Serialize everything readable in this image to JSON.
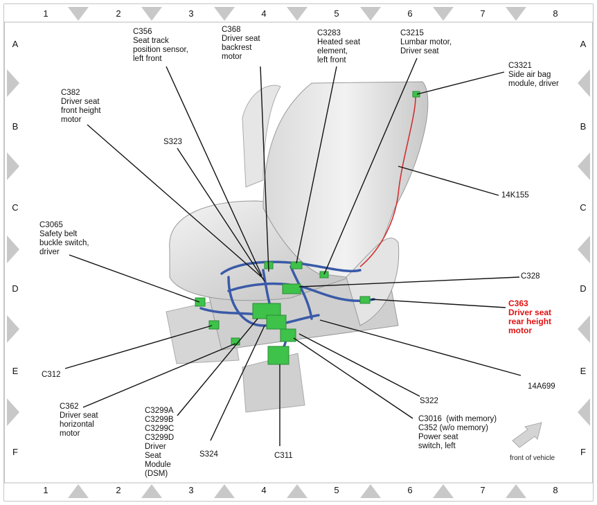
{
  "grid": {
    "columns": [
      "1",
      "2",
      "3",
      "4",
      "5",
      "6",
      "7",
      "8"
    ],
    "rows": [
      "A",
      "B",
      "C",
      "D",
      "E",
      "F"
    ]
  },
  "callouts": {
    "c356": "C356\nSeat track\nposition sensor,\nleft front",
    "c368": "C368\nDriver seat\nbackrest\nmotor",
    "c3283": "C3283\nHeated seat\nelement,\nleft front",
    "c3215": "C3215\nLumbar motor,\nDriver seat",
    "c3321": "C3321\nSide air bag\nmodule, driver",
    "c382": "C382\nDriver seat\nfront height\nmotor",
    "s323": "S323",
    "k14k155": "14K155",
    "c3065": "C3065\nSafety belt\nbuckle switch,\ndriver",
    "c328": "C328",
    "c363": "C363\nDriver seat\nrear height\nmotor",
    "c312": "C312",
    "a14a699": "14A699",
    "s322": "S322",
    "c362": "C362\nDriver seat\nhorizontal\nmotor",
    "c3299": "C3299A\nC3299B\nC3299C\nC3299D\nDriver\nSeat\nModule\n(DSM)",
    "s324": "S324",
    "c311": "C311",
    "c3016": "C3016  (with memory)\nC352 (w/o memory)\nPower seat\nswitch, left"
  },
  "front_of_vehicle": "front of vehicle",
  "colors": {
    "harness": "#3a5aa8",
    "connector": "#3ec24a",
    "airbag_wire": "#d03030",
    "highlight": "#e01010"
  }
}
